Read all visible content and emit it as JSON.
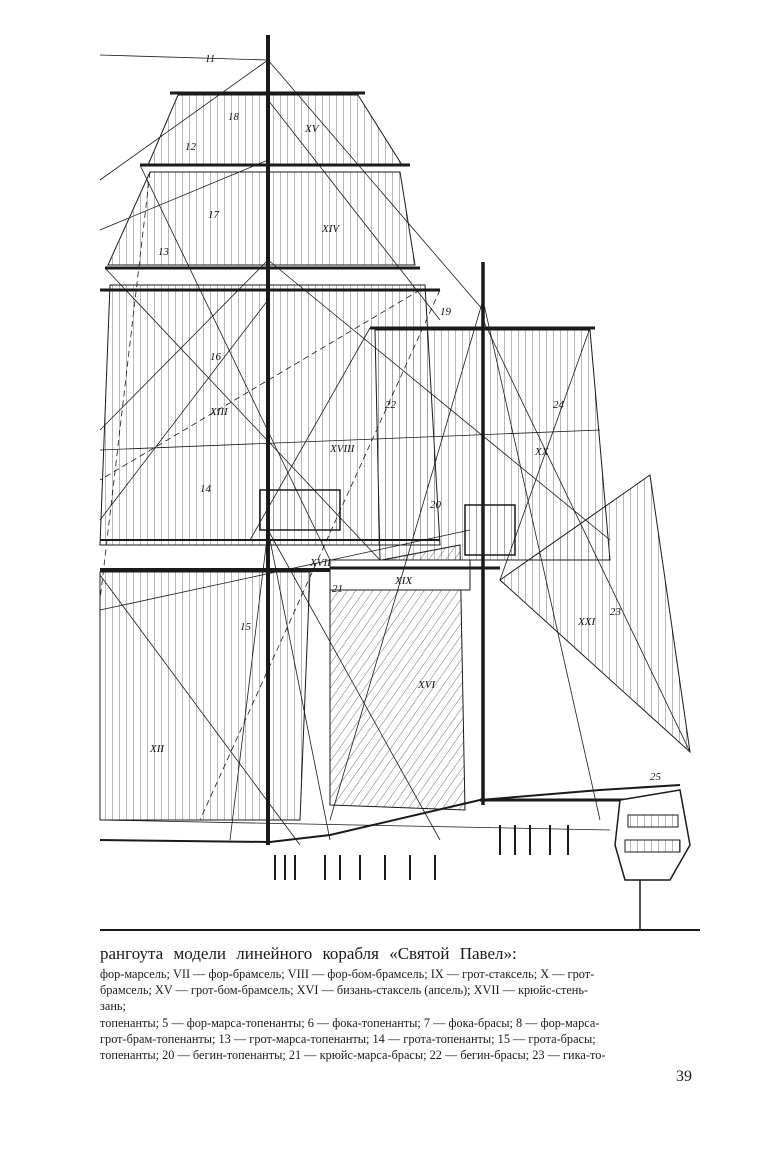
{
  "figure": {
    "labels": {
      "n11": "11",
      "n18": "18",
      "rXV": "XV",
      "n12": "12",
      "n17": "17",
      "rXIV": "XIV",
      "n13": "13",
      "n19": "19",
      "n16": "16",
      "rXIII": "XIII",
      "n22": "22",
      "n24": "24",
      "rXVIII": "XVIII",
      "rXX": "XX",
      "n14": "14",
      "n20": "20",
      "rXVII": "XVII",
      "n21": "21",
      "rXIX": "XIX",
      "n15": "15",
      "rXXI": "XXI",
      "n23": "23",
      "rXVI": "XVI",
      "rXII": "XII",
      "n25": "25"
    }
  },
  "caption": {
    "title": "рангоута модели линейного корабля «Святой Павел»:",
    "lines": [
      "фор-марсель; VII — фор-брамсель; VIII — фор-бом-брамсель; IX — грот-стаксель; X — грот-",
      "брамсель; XV — грот-бом-брамсель; XVI — бизань-стаксель (апсель); XVII — крюйс-стень-",
      "зань;",
      "топенанты; 5 — фор-марса-топенанты; 6 — фока-топенанты; 7 — фока-брасы; 8 — фор-марса-",
      "грот-брам-топенанты; 13 — грот-марса-топенанты; 14 — грота-топенанты; 15 — грота-брасы;",
      "топенанты; 20 — бегин-топенанты; 21 — крюйс-марса-брасы; 22 — бегин-брасы; 23 — гика-то-"
    ]
  },
  "page_number": "39"
}
